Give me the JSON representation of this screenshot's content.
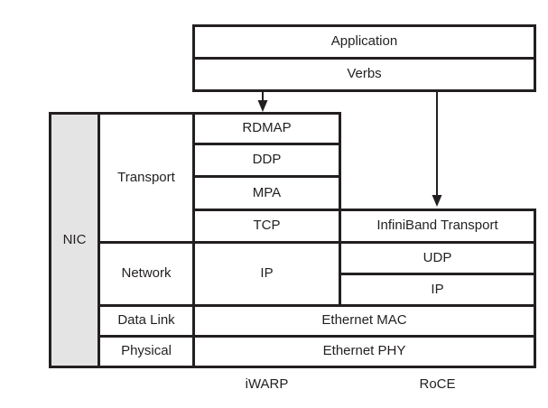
{
  "app_stack": {
    "application": "Application",
    "verbs": "Verbs"
  },
  "nic": {
    "label": "NIC"
  },
  "layers": {
    "transport": "Transport",
    "network": "Network",
    "data_link": "Data Link",
    "physical": "Physical"
  },
  "iwarp": {
    "rdmap": "RDMAP",
    "ddp": "DDP",
    "mpa": "MPA",
    "tcp": "TCP",
    "ip": "IP",
    "caption": "iWARP"
  },
  "roce": {
    "ib_transport": "InfiniBand Transport",
    "udp": "UDP",
    "ip": "IP",
    "caption": "RoCE"
  },
  "shared": {
    "eth_mac": "Ethernet MAC",
    "eth_phy": "Ethernet PHY"
  },
  "colors": {
    "border": "#231f20",
    "text": "#231f20",
    "nic_fill": "#e4e4e4",
    "background": "#ffffff"
  }
}
